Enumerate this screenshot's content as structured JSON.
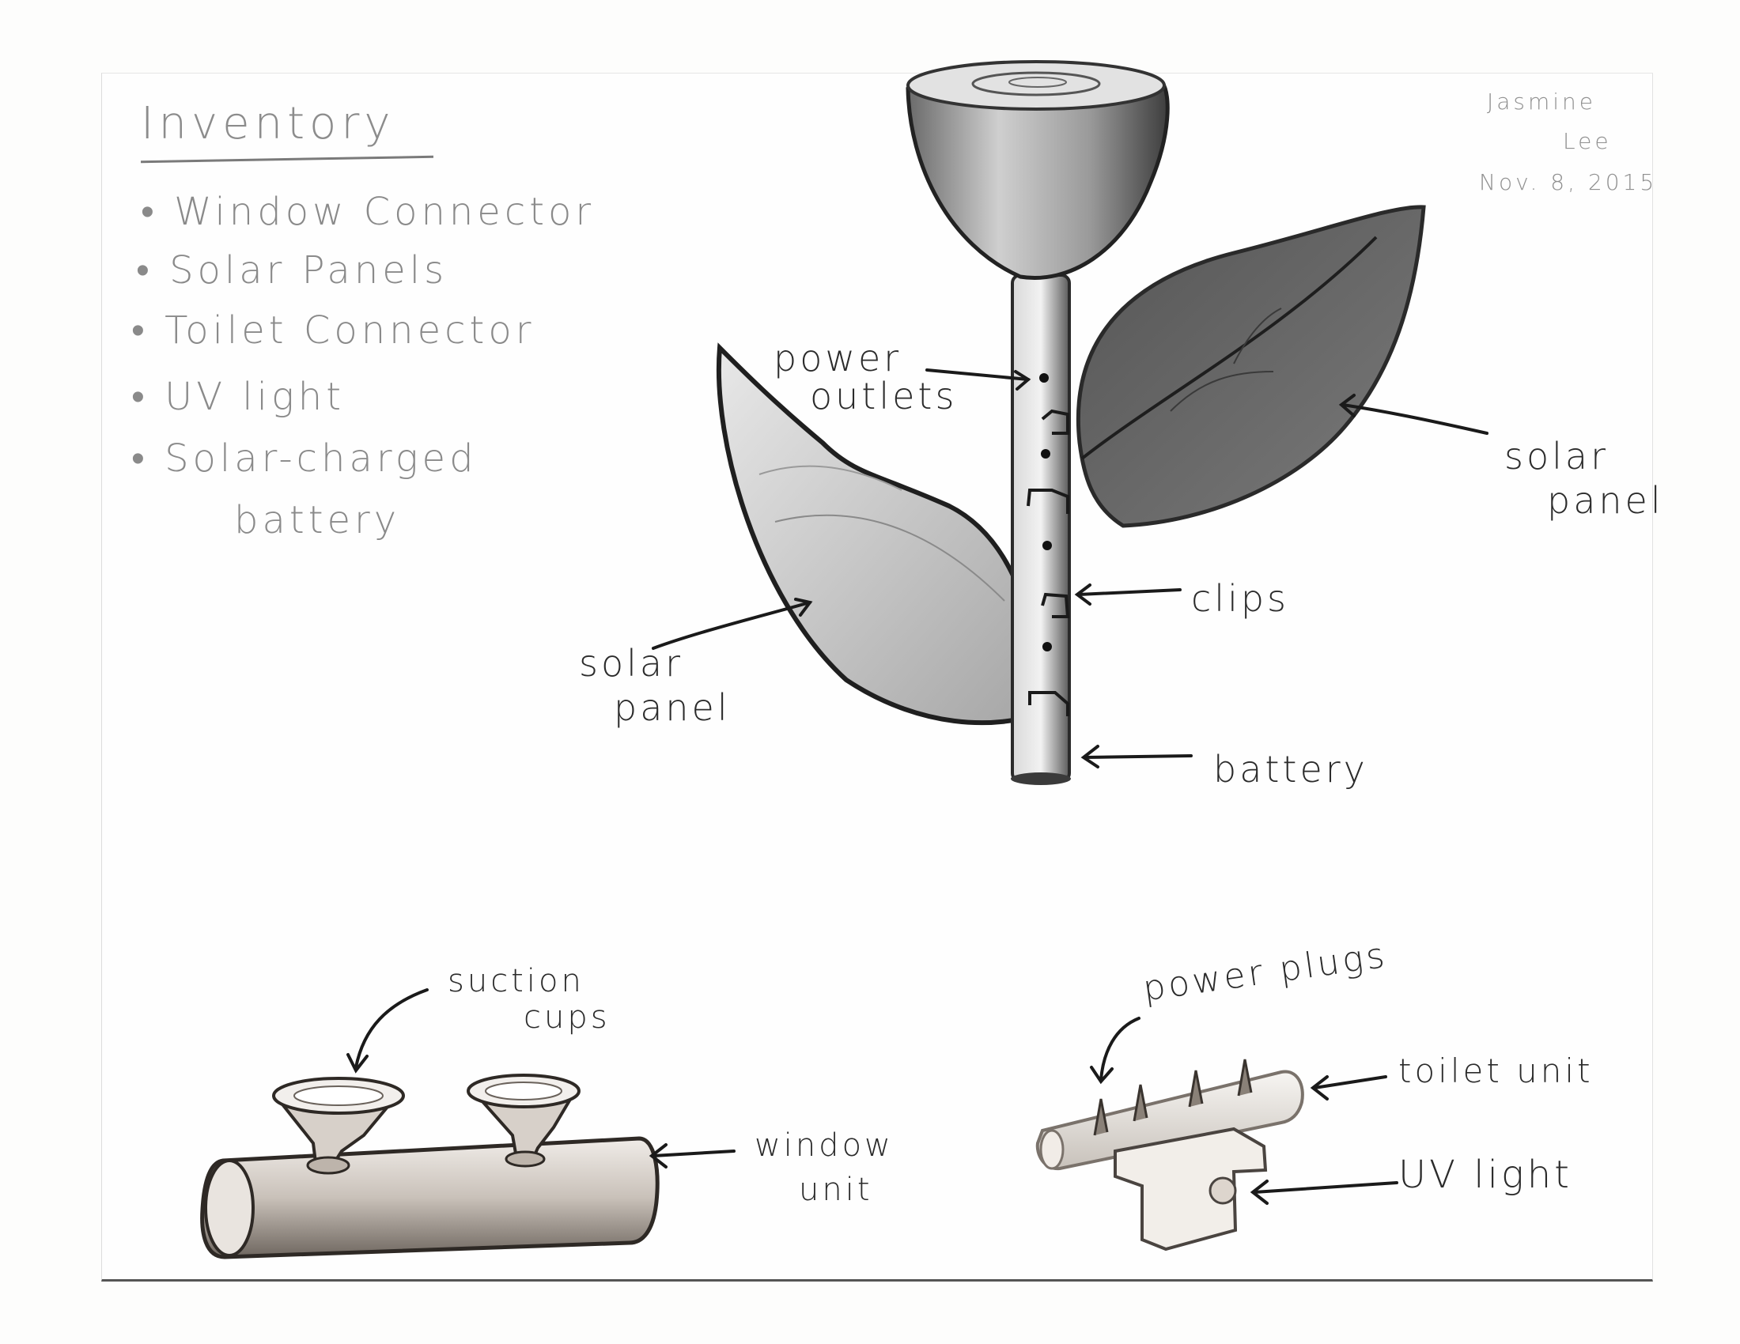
{
  "inventory": {
    "title": "Inventory",
    "items": [
      "Window Connector",
      "Solar Panels",
      "Toilet Connector",
      "UV light",
      "Solar-charged",
      "battery"
    ]
  },
  "signature": {
    "name_first": "Jasmine",
    "name_last": "Lee",
    "date": "Nov. 8, 2015"
  },
  "labels": {
    "power_outlets_1": "power",
    "power_outlets_2": "outlets",
    "solar_panel_right_1": "solar",
    "solar_panel_right_2": "panel",
    "solar_panel_left_1": "solar",
    "solar_panel_left_2": "panel",
    "clips": "clips",
    "battery": "battery",
    "suction_cups_1": "suction",
    "suction_cups_2": "cups",
    "window_unit_1": "window",
    "window_unit_2": "unit",
    "power_plugs": "power plugs",
    "toilet_unit": "toilet unit",
    "uv_light": "UV light"
  },
  "colors": {
    "pencil_dark": "#2b2b2b",
    "pencil_light": "#8a8a8a"
  }
}
